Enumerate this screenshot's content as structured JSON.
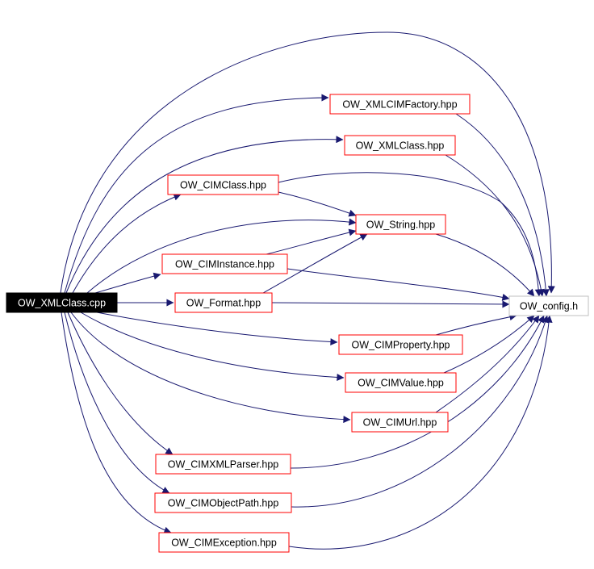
{
  "graph": {
    "root": {
      "id": "root",
      "label": "OW_XMLClass.cpp",
      "style": "root"
    },
    "nodes": [
      {
        "id": "xmlcimfactory",
        "label": "OW_XMLCIMFactory.hpp",
        "style": "red"
      },
      {
        "id": "xmlclass_hpp",
        "label": "OW_XMLClass.hpp",
        "style": "red"
      },
      {
        "id": "cimclass",
        "label": "OW_CIMClass.hpp",
        "style": "red"
      },
      {
        "id": "string",
        "label": "OW_String.hpp",
        "style": "red"
      },
      {
        "id": "ciminstance",
        "label": "OW_CIMInstance.hpp",
        "style": "red"
      },
      {
        "id": "format",
        "label": "OW_Format.hpp",
        "style": "red"
      },
      {
        "id": "config",
        "label": "OW_config.h",
        "style": "gray"
      },
      {
        "id": "cimproperty",
        "label": "OW_CIMProperty.hpp",
        "style": "red"
      },
      {
        "id": "cimvalue",
        "label": "OW_CIMValue.hpp",
        "style": "red"
      },
      {
        "id": "cimurl",
        "label": "OW_CIMUrl.hpp",
        "style": "red"
      },
      {
        "id": "cimxmlparser",
        "label": "OW_CIMXMLParser.hpp",
        "style": "red"
      },
      {
        "id": "cimobjectpath",
        "label": "OW_CIMObjectPath.hpp",
        "style": "red"
      },
      {
        "id": "cimexception",
        "label": "OW_CIMException.hpp",
        "style": "red"
      }
    ],
    "edges": [
      {
        "from": "root",
        "to": "config"
      },
      {
        "from": "root",
        "to": "xmlcimfactory"
      },
      {
        "from": "root",
        "to": "xmlclass_hpp"
      },
      {
        "from": "root",
        "to": "cimclass"
      },
      {
        "from": "root",
        "to": "string"
      },
      {
        "from": "root",
        "to": "ciminstance"
      },
      {
        "from": "root",
        "to": "format"
      },
      {
        "from": "root",
        "to": "cimproperty"
      },
      {
        "from": "root",
        "to": "cimvalue"
      },
      {
        "from": "root",
        "to": "cimurl"
      },
      {
        "from": "root",
        "to": "cimxmlparser"
      },
      {
        "from": "root",
        "to": "cimobjectpath"
      },
      {
        "from": "root",
        "to": "cimexception"
      },
      {
        "from": "xmlcimfactory",
        "to": "config"
      },
      {
        "from": "xmlclass_hpp",
        "to": "config"
      },
      {
        "from": "cimclass",
        "to": "config"
      },
      {
        "from": "cimclass",
        "to": "string"
      },
      {
        "from": "ciminstance",
        "to": "string"
      },
      {
        "from": "ciminstance",
        "to": "config"
      },
      {
        "from": "format",
        "to": "string"
      },
      {
        "from": "format",
        "to": "config"
      },
      {
        "from": "string",
        "to": "config"
      },
      {
        "from": "cimproperty",
        "to": "config"
      },
      {
        "from": "cimvalue",
        "to": "config"
      },
      {
        "from": "cimurl",
        "to": "config"
      },
      {
        "from": "cimxmlparser",
        "to": "config"
      },
      {
        "from": "cimobjectpath",
        "to": "config"
      },
      {
        "from": "cimexception",
        "to": "config"
      }
    ],
    "colors": {
      "edge": "#191970",
      "node_border_red": "#ff0000",
      "node_border_gray": "#bfbfbf",
      "root_fill": "#000000",
      "root_text": "#ffffff",
      "node_text": "#000000"
    }
  }
}
